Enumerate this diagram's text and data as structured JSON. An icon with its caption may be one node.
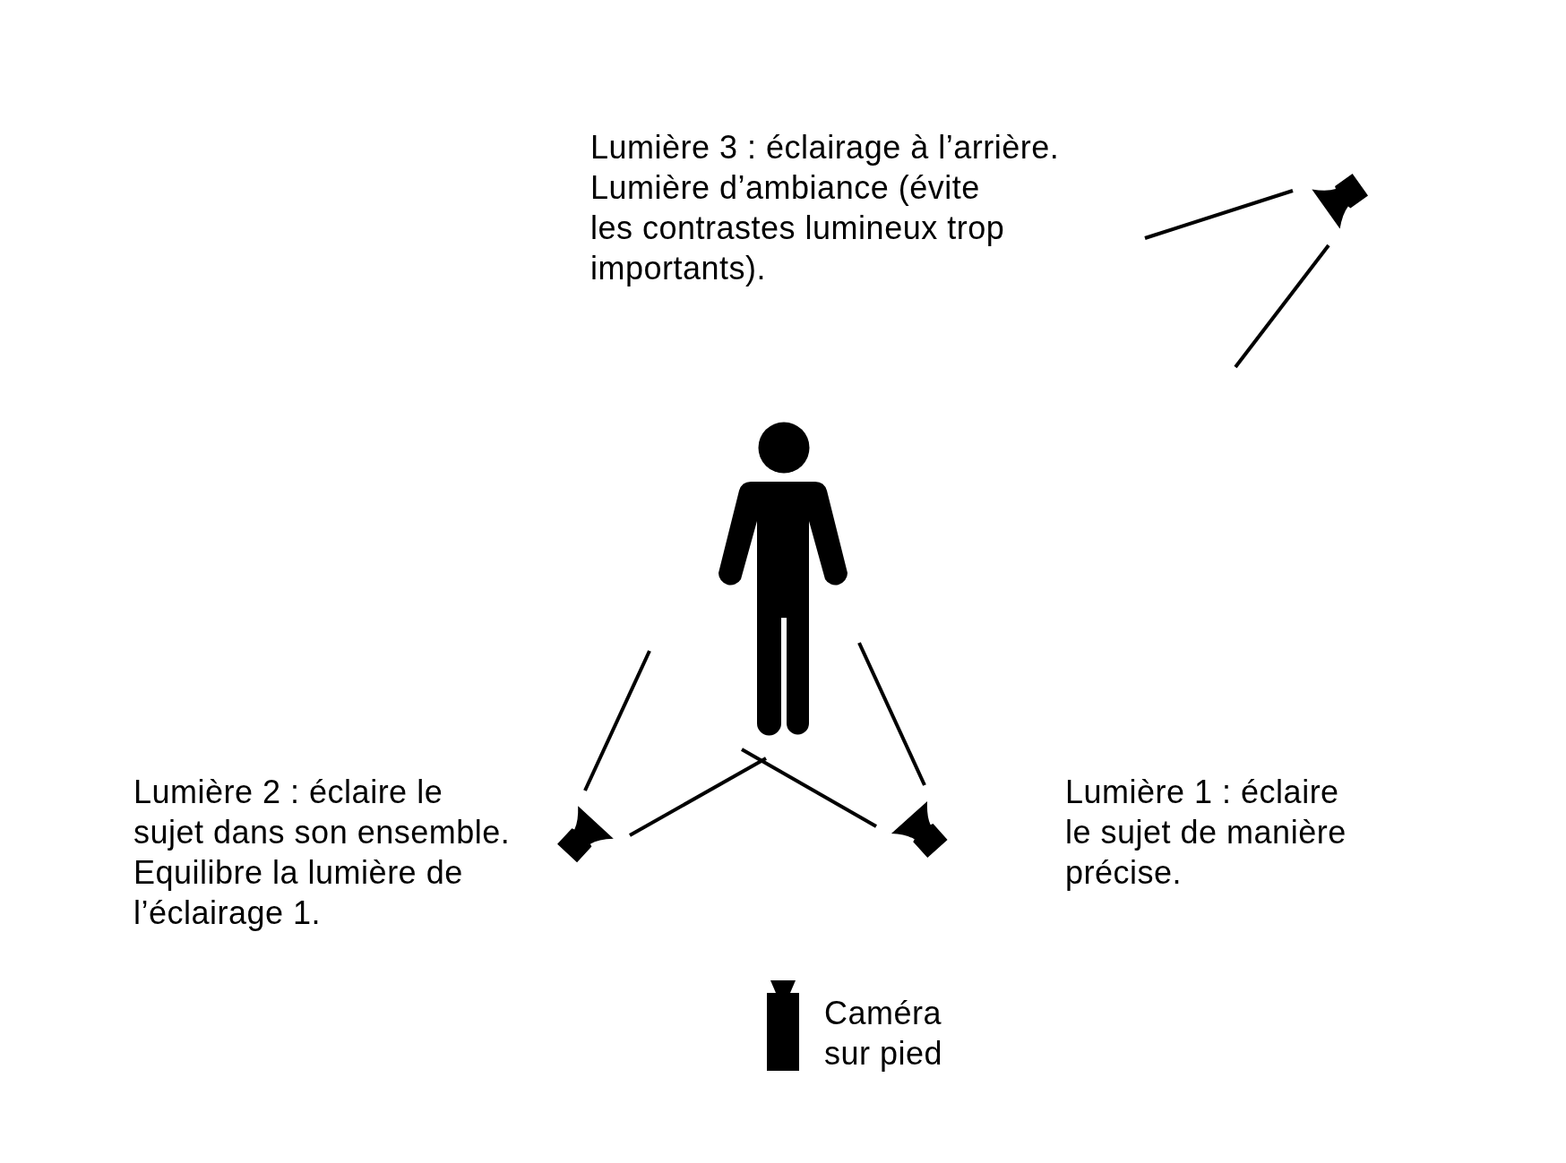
{
  "diagram": {
    "labels": [
      "Lumière 3 : éclairage à l’arrière.",
      "Lumière d’ambiance (évite les contrastes lumineux trop importants).",
      "Lumière 2 : éclaire le sujet dans son ensemble. Equilibre la lumière de l’éclairage 1.",
      "Lumière 1 : éclaire le sujet de manière précise.",
      "Caméra sur pied"
    ]
  }
}
